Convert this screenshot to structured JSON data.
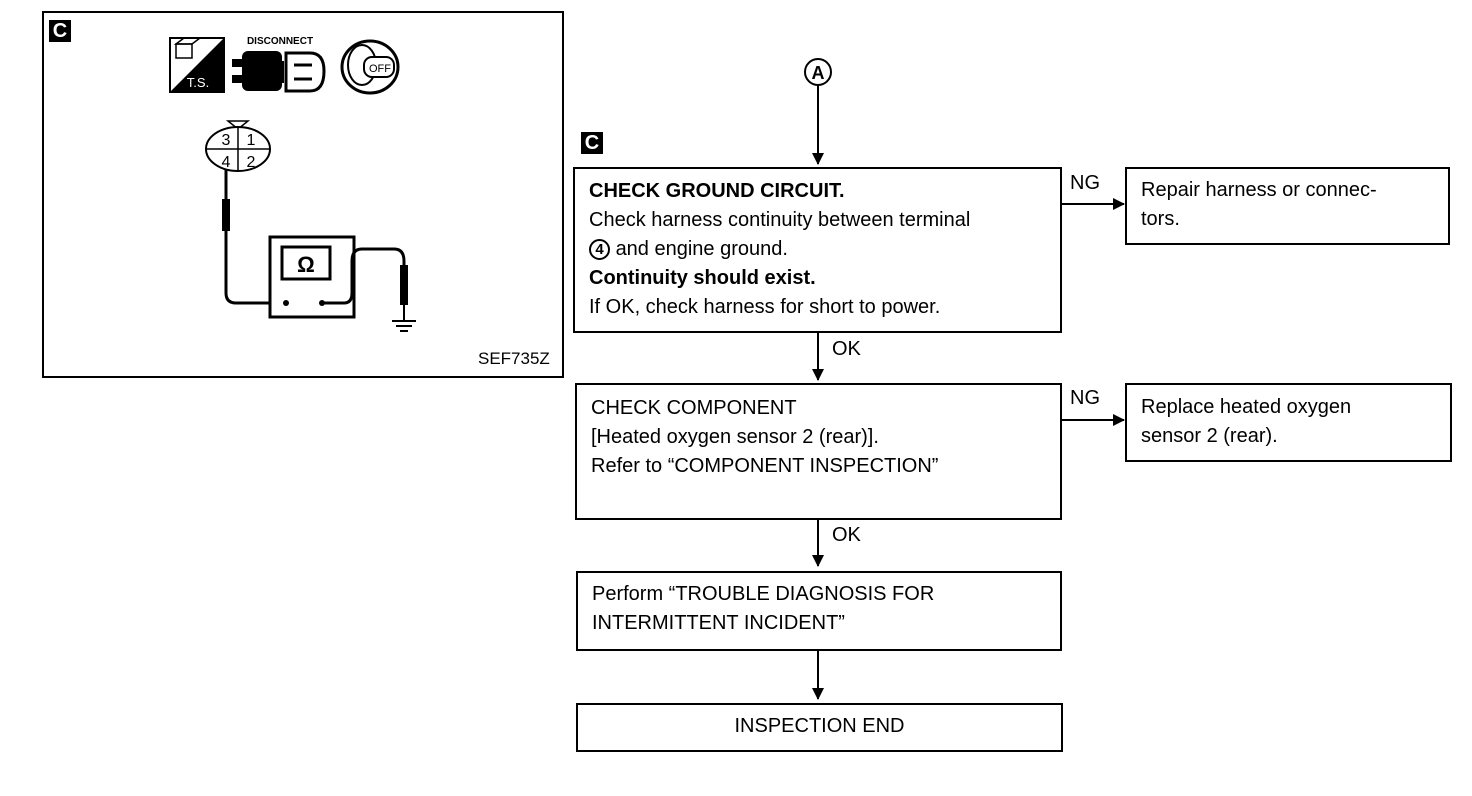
{
  "illustration": {
    "section_tag": "C",
    "disconnect_label": "DISCONNECT",
    "ts_label": "T.S.",
    "key_label": "OFF",
    "connector_pins": [
      "3",
      "1",
      "4",
      "2"
    ],
    "meter_symbol": "Ω",
    "figure_code": "SEF735Z"
  },
  "flow": {
    "connector_label": "A",
    "section_tag": "C",
    "step1": {
      "title": "CHECK GROUND CIRCUIT.",
      "line1": "Check harness continuity between terminal",
      "terminal": "4",
      "line2": "and engine ground.",
      "line3": "Continuity should exist.",
      "line4": "If OK, check harness for short to power."
    },
    "step1_ng": "NG",
    "step1_ng_action": [
      "Repair harness or connec-",
      "tors."
    ],
    "step1_ok": "OK",
    "step2": {
      "line1": "CHECK COMPONENT",
      "line2": "[Heated oxygen sensor 2 (rear)].",
      "line3": "Refer to “COMPONENT INSPECTION”"
    },
    "step2_ng": "NG",
    "step2_ng_action": [
      "Replace heated oxygen",
      "sensor 2 (rear)."
    ],
    "step2_ok": "OK",
    "step3": [
      "Perform “TROUBLE DIAGNOSIS FOR",
      "INTERMITTENT INCIDENT”"
    ],
    "end": "INSPECTION END"
  }
}
